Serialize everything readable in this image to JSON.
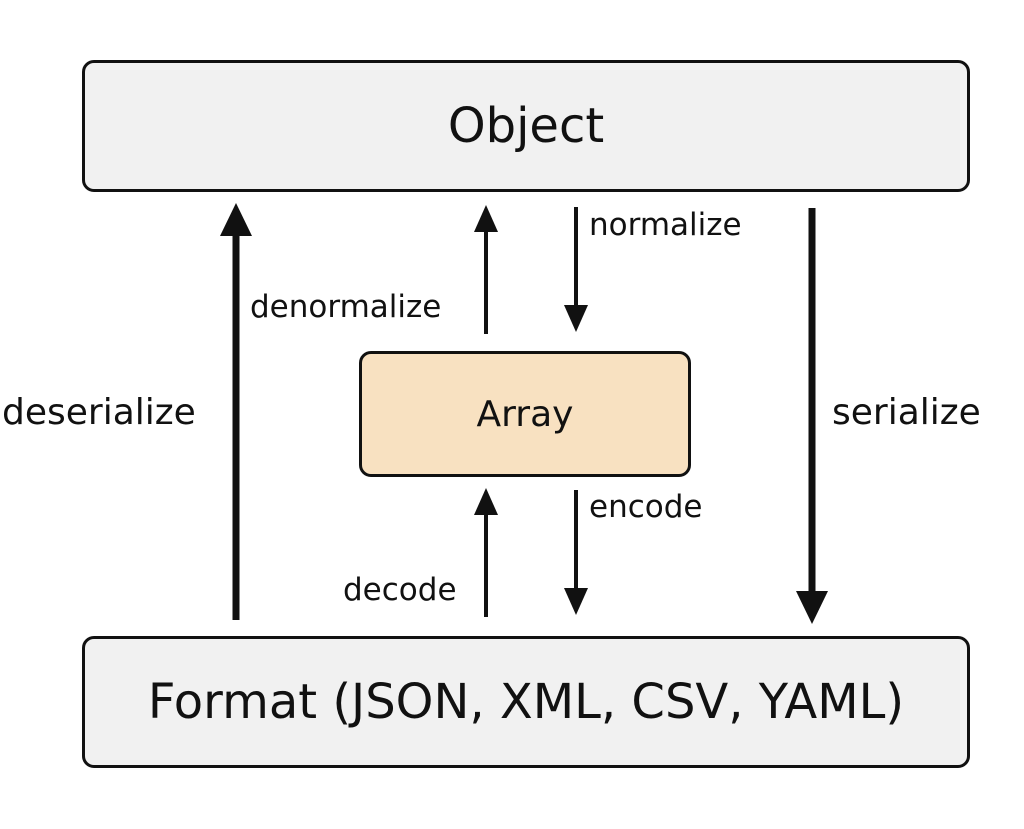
{
  "boxes": {
    "object": "Object",
    "array": "Array",
    "format": "Format (JSON, XML, CSV, YAML)"
  },
  "edges": {
    "deserialize": "deserialize",
    "serialize": "serialize",
    "denormalize": "denormalize",
    "normalize": "normalize",
    "decode": "decode",
    "encode": "encode"
  },
  "colors": {
    "outer_box_fill": "#f1f1f1",
    "array_box_fill": "#f8e1c1",
    "stroke": "#111111"
  }
}
